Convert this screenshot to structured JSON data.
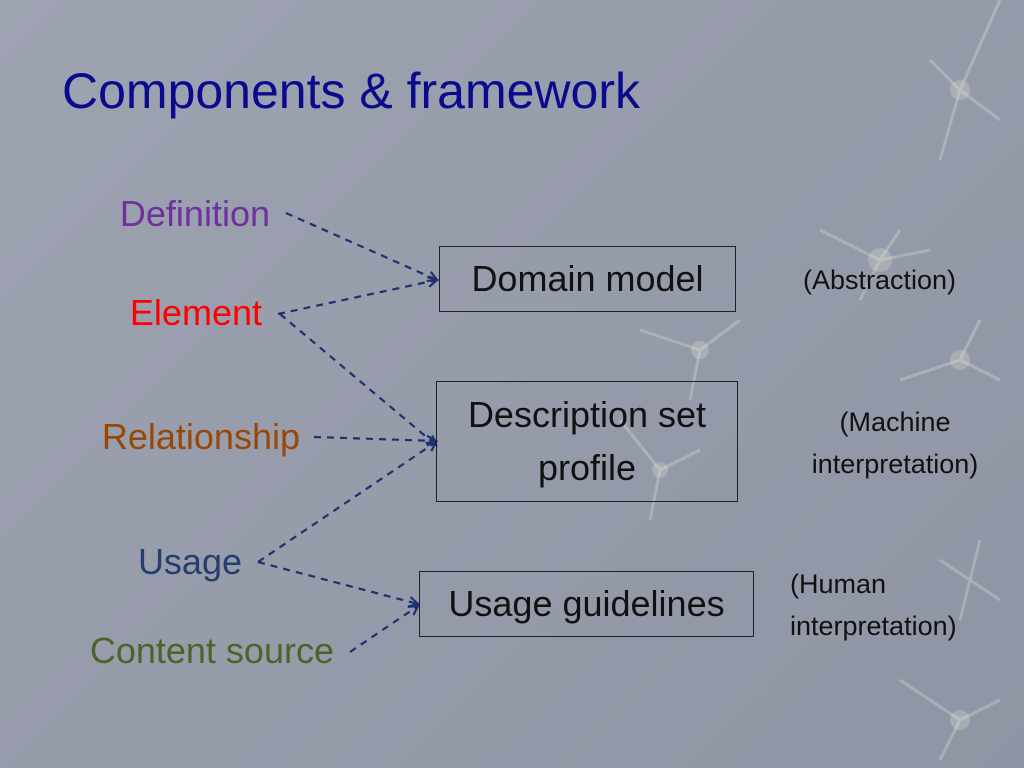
{
  "slide": {
    "title": "Components & framework"
  },
  "sources": [
    {
      "label": "Definition",
      "color": "#7030a0"
    },
    {
      "label": "Element",
      "color": "#ff0000"
    },
    {
      "label": "Relationship",
      "color": "#974706"
    },
    {
      "label": "Usage",
      "color": "#243e6e"
    },
    {
      "label": "Content source",
      "color": "#4f6228"
    }
  ],
  "targets": [
    {
      "label": "Domain model",
      "note": "(Abstraction)"
    },
    {
      "label_line1": "Description set",
      "label_line2": "profile",
      "note_line1": "(Machine",
      "note_line2": "interpretation)"
    },
    {
      "label": "Usage guidelines",
      "note_line1": "(Human",
      "note_line2": "interpretation)"
    }
  ],
  "links": [
    {
      "from": "Definition",
      "to": "Domain model"
    },
    {
      "from": "Element",
      "to": "Domain model"
    },
    {
      "from": "Element",
      "to": "Description set profile"
    },
    {
      "from": "Relationship",
      "to": "Description set profile"
    },
    {
      "from": "Usage",
      "to": "Description set profile"
    },
    {
      "from": "Usage",
      "to": "Usage guidelines"
    },
    {
      "from": "Content source",
      "to": "Usage guidelines"
    }
  ],
  "colors": {
    "title": "#0a0a8c",
    "arrow": "#1f3070"
  }
}
